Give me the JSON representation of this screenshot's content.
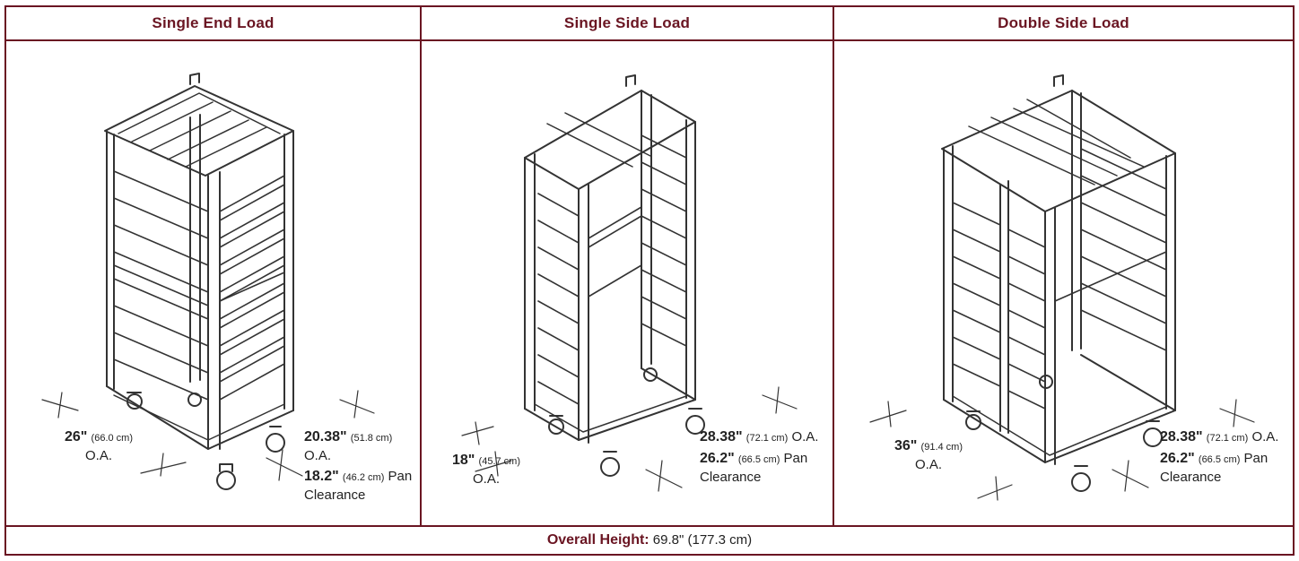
{
  "columns": [
    {
      "title": "Single End Load",
      "icon": "single-end-load-rack-illustration",
      "left": {
        "value": "26\"",
        "metric": "(66.0 cm)",
        "suffix": "O.A."
      },
      "right": {
        "value": "20.38\"",
        "metric": "(51.8 cm)",
        "suffix": "O.A."
      },
      "clearance": {
        "value": "18.2\"",
        "metric": "(46.2 cm)",
        "suffix": "Pan",
        "line2": "Clearance"
      }
    },
    {
      "title": "Single Side Load",
      "icon": "single-side-load-rack-illustration",
      "left": {
        "value": "18\"",
        "metric": "(45.7 cm)",
        "suffix": "O.A."
      },
      "right": {
        "value": "28.38\"",
        "metric": "(72.1 cm)",
        "suffix": "O.A."
      },
      "clearance": {
        "value": "26.2\"",
        "metric": "(66.5 cm)",
        "suffix": "Pan",
        "line2": "Clearance"
      }
    },
    {
      "title": "Double Side Load",
      "icon": "double-side-load-rack-illustration",
      "left": {
        "value": "36\"",
        "metric": "(91.4 cm)",
        "suffix": "O.A."
      },
      "right": {
        "value": "28.38\"",
        "metric": "(72.1 cm)",
        "suffix": "O.A."
      },
      "clearance": {
        "value": "26.2\"",
        "metric": "(66.5 cm)",
        "suffix": "Pan",
        "line2": "Clearance"
      }
    }
  ],
  "footer": {
    "label": "Overall Height:",
    "value": "69.8\" (177.3 cm)"
  },
  "colors": {
    "accent": "#6a1522",
    "text": "#222222",
    "line": "#333333"
  }
}
